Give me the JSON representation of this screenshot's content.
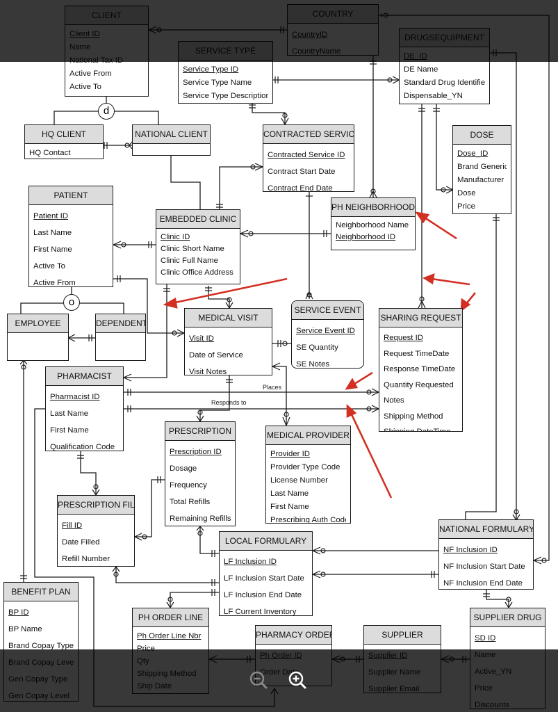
{
  "entities": {
    "client": {
      "title": "CLIENT",
      "attrs": [
        {
          "n": "Client ID",
          "pk": true
        },
        {
          "n": "Name"
        },
        {
          "n": "National Tax ID"
        },
        {
          "n": "Active From"
        },
        {
          "n": "Active To"
        }
      ]
    },
    "country": {
      "title": "COUNTRY",
      "attrs": [
        {
          "n": "CountryID",
          "pk": true
        },
        {
          "n": "CountryName"
        }
      ]
    },
    "service_type": {
      "title": "SERVICE TYPE",
      "attrs": [
        {
          "n": "Service Type ID",
          "pk": true
        },
        {
          "n": "Service Type Name"
        },
        {
          "n": "Service Type Description"
        }
      ]
    },
    "drugsequipment": {
      "title": "DRUGSEQUIPMENT",
      "attrs": [
        {
          "n": "DE_ID",
          "pk": true
        },
        {
          "n": "DE Name"
        },
        {
          "n": "Standard Drug Identifier"
        },
        {
          "n": "Dispensable_YN"
        }
      ]
    },
    "hq_client": {
      "title": "HQ CLIENT",
      "attrs": [
        {
          "n": "HQ Contact"
        }
      ]
    },
    "national_client": {
      "title": "NATIONAL CLIENT",
      "attrs": []
    },
    "contracted_service": {
      "title": "CONTRACTED SERVICE",
      "attrs": [
        {
          "n": "Contracted Service ID",
          "pk": true
        },
        {
          "n": "Contract Start Date"
        },
        {
          "n": "Contract End Date"
        }
      ]
    },
    "dose": {
      "title": "DOSE",
      "attrs": [
        {
          "n": "Dose_ID",
          "pk": true
        },
        {
          "n": "Brand Generic"
        },
        {
          "n": "Manufacturer"
        },
        {
          "n": "Dose"
        },
        {
          "n": "Price"
        }
      ]
    },
    "patient": {
      "title": "PATIENT",
      "attrs": [
        {
          "n": "Patient ID",
          "pk": true
        },
        {
          "n": "Last Name"
        },
        {
          "n": "First Name"
        },
        {
          "n": "Active To"
        },
        {
          "n": "Active From"
        }
      ]
    },
    "embedded_clinic": {
      "title": "EMBEDDED CLINIC",
      "attrs": [
        {
          "n": "Clinic ID",
          "pk": true
        },
        {
          "n": "Clinic Short Name"
        },
        {
          "n": "Clinic Full Name"
        },
        {
          "n": "Clinic Office Address"
        }
      ]
    },
    "ph_neighborhood": {
      "title": "PH NEIGHBORHOOD",
      "attrs": [
        {
          "n": "Neighborhood Name"
        },
        {
          "n": "Neighborhood ID",
          "pk": true
        }
      ]
    },
    "employee": {
      "title": "EMPLOYEE",
      "attrs": []
    },
    "dependent": {
      "title": "DEPENDENT",
      "attrs": []
    },
    "medical_visit": {
      "title": "MEDICAL VISIT",
      "attrs": [
        {
          "n": "Visit ID",
          "pk": true
        },
        {
          "n": "Date of Service"
        },
        {
          "n": "Visit Notes"
        }
      ]
    },
    "service_event": {
      "title": "SERVICE EVENT",
      "attrs": [
        {
          "n": "Service Event ID",
          "pk": true
        },
        {
          "n": "SE Quantity"
        },
        {
          "n": "SE Notes"
        }
      ]
    },
    "sharing_request": {
      "title": "SHARING REQUEST",
      "attrs": [
        {
          "n": "Request ID",
          "pk": true
        },
        {
          "n": "Request TimeDate"
        },
        {
          "n": "Response TimeDate"
        },
        {
          "n": "Quantity Requested"
        },
        {
          "n": "Notes"
        },
        {
          "n": "Shipping Method"
        },
        {
          "n": "Shipping DateTime"
        }
      ]
    },
    "pharmacist": {
      "title": "PHARMACIST",
      "attrs": [
        {
          "n": "Pharmacist ID",
          "pk": true
        },
        {
          "n": "Last Name"
        },
        {
          "n": "First Name"
        },
        {
          "n": "Qualification Code"
        }
      ]
    },
    "prescription": {
      "title": "PRESCRIPTION",
      "attrs": [
        {
          "n": "Prescription ID",
          "pk": true
        },
        {
          "n": "Dosage"
        },
        {
          "n": "Frequency"
        },
        {
          "n": "Total Refills"
        },
        {
          "n": "Remaining Refills"
        }
      ]
    },
    "medical_provider": {
      "title": "MEDICAL PROVIDER",
      "attrs": [
        {
          "n": "Provider ID",
          "pk": true
        },
        {
          "n": "Provider Type Code"
        },
        {
          "n": "License Number"
        },
        {
          "n": "Last Name"
        },
        {
          "n": "First Name"
        },
        {
          "n": "Prescribing Auth Code"
        }
      ]
    },
    "prescription_fill": {
      "title": "PRESCRIPTION FILL",
      "attrs": [
        {
          "n": "Fill ID",
          "pk": true
        },
        {
          "n": "Date Filled"
        },
        {
          "n": "Refill Number"
        }
      ]
    },
    "local_formulary": {
      "title": "LOCAL FORMULARY",
      "attrs": [
        {
          "n": "LF Inclusion ID",
          "pk": true
        },
        {
          "n": "LF Inclusion Start Date"
        },
        {
          "n": "LF Inclusion End Date"
        },
        {
          "n": "LF Current Inventory"
        }
      ]
    },
    "national_formulary": {
      "title": "NATIONAL FORMULARY",
      "attrs": [
        {
          "n": "NF Inclusion ID",
          "pk": true
        },
        {
          "n": "NF Inclusion Start Date"
        },
        {
          "n": "NF Inclusion End Date"
        }
      ]
    },
    "benefit_plan": {
      "title": "BENEFIT PLAN",
      "attrs": [
        {
          "n": "BP ID",
          "pk": true
        },
        {
          "n": "BP Name"
        },
        {
          "n": "Brand Copay Type"
        },
        {
          "n": "Brand Copay Level"
        },
        {
          "n": "Gen Copay Type"
        },
        {
          "n": "Gen Copay Level"
        }
      ]
    },
    "ph_order_line": {
      "title": "PH ORDER LINE",
      "attrs": [
        {
          "n": "Ph Order Line Nbr",
          "pk": true
        },
        {
          "n": "Price"
        },
        {
          "n": "Qty"
        },
        {
          "n": "Shipping Method"
        },
        {
          "n": "Ship Date"
        }
      ]
    },
    "pharmacy_order": {
      "title": "PHARMACY ORDER",
      "attrs": [
        {
          "n": "Ph Order ID",
          "pk": true
        },
        {
          "n": "Order Date"
        }
      ]
    },
    "supplier": {
      "title": "SUPPLIER",
      "attrs": [
        {
          "n": "Supplier ID",
          "pk": true
        },
        {
          "n": "Supplier Name"
        },
        {
          "n": "Supplier Email"
        }
      ]
    },
    "supplier_drug": {
      "title": "SUPPLIER DRUG",
      "attrs": [
        {
          "n": "SD ID",
          "pk": true
        },
        {
          "n": "Name"
        },
        {
          "n": "Active_YN"
        },
        {
          "n": "Price"
        },
        {
          "n": "Discounts"
        }
      ]
    }
  },
  "markers": {
    "disjoint": "d",
    "overlapping": "o"
  },
  "relationship_labels": {
    "places": "Places",
    "responds_to": "Responds to"
  },
  "toolbar": {
    "zoom_out_icon": "zoom-out",
    "zoom_in_icon": "zoom-in"
  }
}
